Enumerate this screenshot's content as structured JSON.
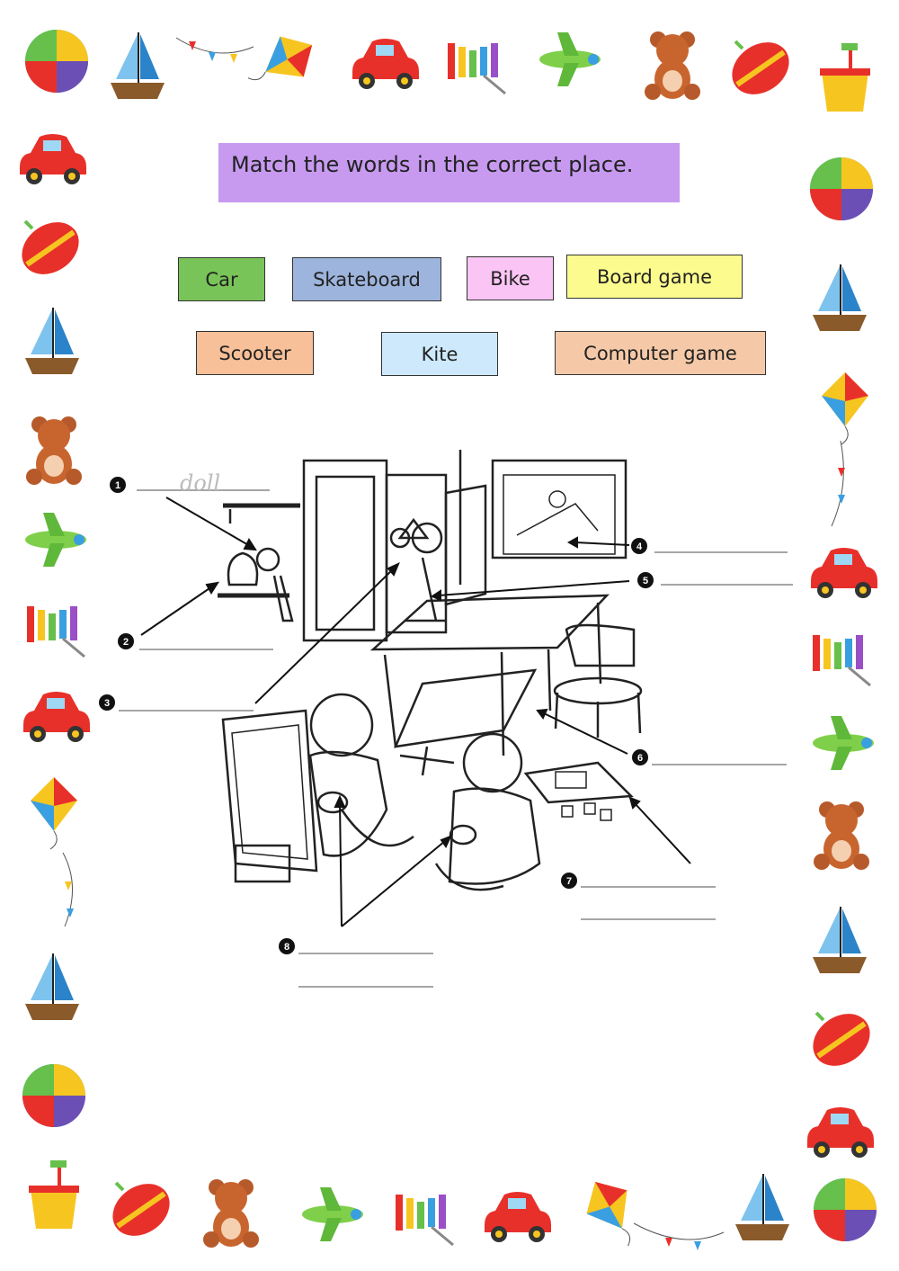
{
  "instruction": "Match the words in the correct place.",
  "word_bank": [
    {
      "label": "Car",
      "color": "#79c458"
    },
    {
      "label": "Skateboard",
      "color": "#9db4dc"
    },
    {
      "label": "Bike",
      "color": "#fac4f4"
    },
    {
      "label": "Board game",
      "color": "#fcfc8e"
    },
    {
      "label": "Scooter",
      "color": "#f7c098"
    },
    {
      "label": "Kite",
      "color": "#cde9fb"
    },
    {
      "label": "Computer game",
      "color": "#f5c9a7"
    }
  ],
  "answer_slots": [
    {
      "number": "1",
      "answer": "doll"
    },
    {
      "number": "2",
      "answer": ""
    },
    {
      "number": "3",
      "answer": ""
    },
    {
      "number": "4",
      "answer": ""
    },
    {
      "number": "5",
      "answer": ""
    },
    {
      "number": "6",
      "answer": ""
    },
    {
      "number": "7",
      "answer": ""
    },
    {
      "number": "8",
      "answer": ""
    }
  ],
  "border_icons": [
    "beach-ball-icon",
    "sailboat-icon",
    "kite-icon",
    "toy-car-icon",
    "xylophone-icon",
    "toy-plane-icon",
    "teddy-bear-icon",
    "spinning-top-icon",
    "sand-bucket-icon"
  ],
  "colors": {
    "title_bg": "#c79af0",
    "border_red": "#e8302a",
    "border_blue": "#3a9fe0",
    "border_yellow": "#f7c520"
  }
}
